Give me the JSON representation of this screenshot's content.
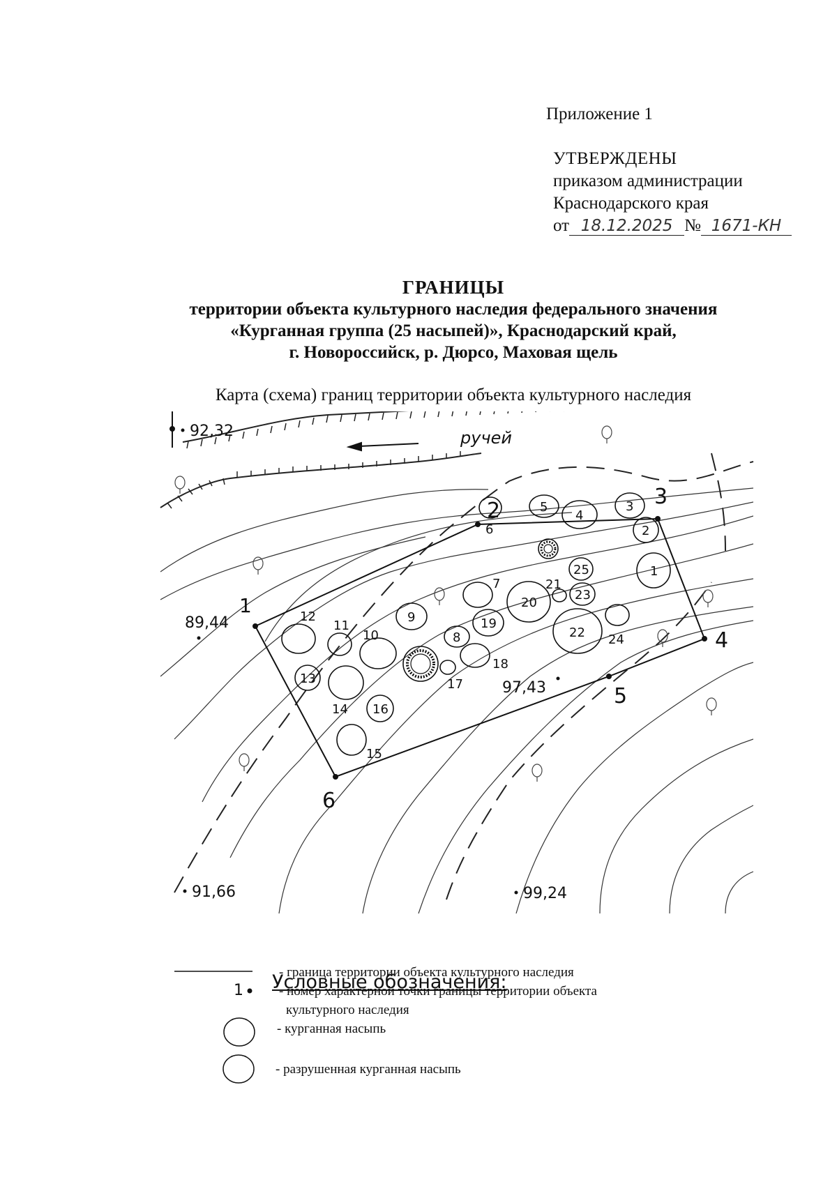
{
  "header": {
    "appendix": "Приложение 1",
    "approved": "УТВЕРЖДЕНЫ",
    "approved_by_line1": "приказом администрации",
    "approved_by_line2": "Краснодарского края",
    "date_prefix": "от",
    "date_value": "18.12.2025",
    "number_prefix": "№",
    "number_value": "1671-КН"
  },
  "title": {
    "main": "ГРАНИЦЫ",
    "line1": "территории объекта культурного наследия федерального значения",
    "line2": "«Курганная группа (25 насыпей)», Краснодарский край,",
    "line3": "г. Новороссийск, р. Дюрсо, Маховая щель"
  },
  "map_caption": "Карта (схема) границ территории объекта культурного наследия",
  "map": {
    "stream_label": "ручей",
    "elevations": [
      "92,32",
      "89,44",
      "97,43",
      "91,66",
      "99,24"
    ],
    "boundary_points": [
      "1",
      "2",
      "3",
      "4",
      "5",
      "6"
    ],
    "mound_labels": [
      "1",
      "2",
      "3",
      "4",
      "5",
      "6",
      "7",
      "8",
      "9",
      "10",
      "11",
      "12",
      "13",
      "14",
      "15",
      "16",
      "17",
      "18",
      "19",
      "20",
      "21",
      "22",
      "23",
      "24",
      "25"
    ]
  },
  "legend": {
    "title": "Условные обозначения:",
    "boundary": "- граница территории объекта культурного наследия",
    "point_symbol": "1",
    "point_line1": "- номер характерной точки границы территории объекта",
    "point_line2": "культурного наследия",
    "mound": "- курганная насыпь",
    "destroyed_mound": "- разрушенная курганная насыпь"
  }
}
